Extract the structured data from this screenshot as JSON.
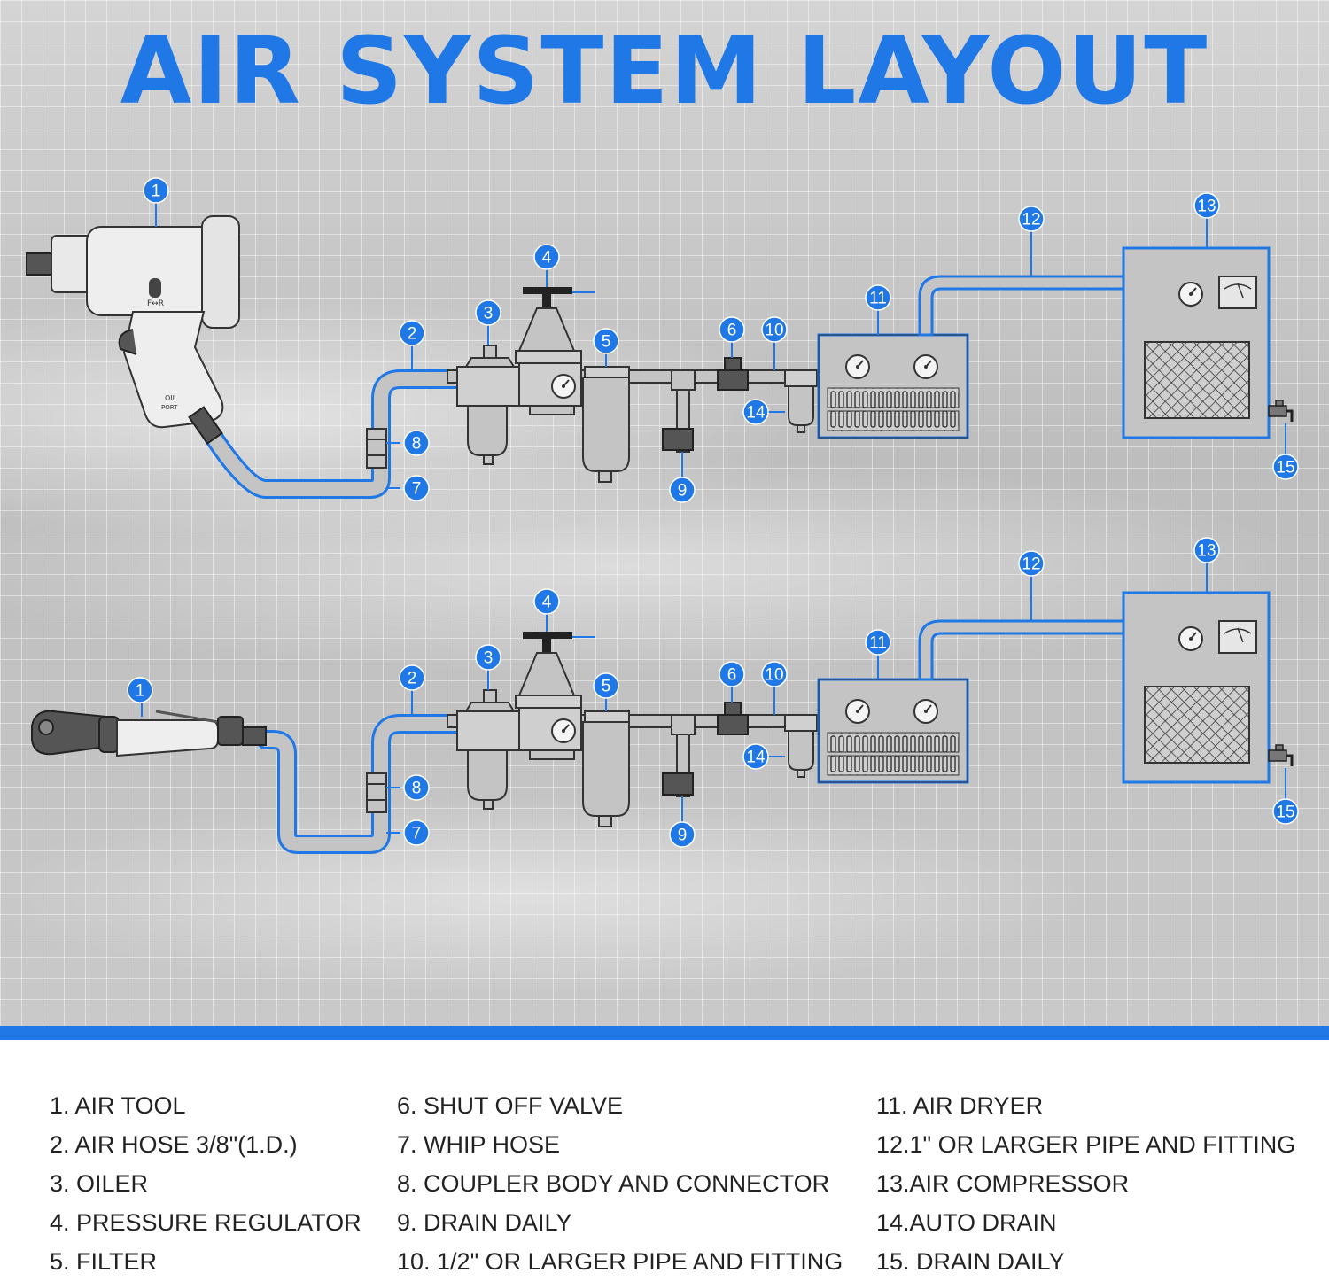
{
  "title": "AIR SYSTEM LAYOUT",
  "colors": {
    "accent": "#1f78e6",
    "component_fill": "#c4c4c4",
    "component_stroke": "#3a3a3a",
    "tool_fill": "#e9e9e9"
  },
  "diagram": {
    "top_callouts": [
      "1",
      "2",
      "3",
      "4",
      "5",
      "6",
      "7",
      "8",
      "9",
      "10",
      "11",
      "12",
      "13",
      "14",
      "15"
    ],
    "bottom_callouts": [
      "1",
      "2",
      "3",
      "4",
      "5",
      "6",
      "7",
      "8",
      "9",
      "10",
      "11",
      "12",
      "13",
      "14",
      "15"
    ],
    "tool_labels": {
      "forward_reverse": "F↔R",
      "oil_port": "OIL",
      "port": "PORT"
    }
  },
  "legend": {
    "col1": [
      "1. AIR TOOL",
      "2. AIR HOSE 3/8\"(1.D.)",
      "3. OILER",
      "4. PRESSURE REGULATOR",
      "5. FILTER"
    ],
    "col2": [
      "6. SHUT OFF VALVE",
      "7. WHIP HOSE",
      "8. COUPLER BODY AND CONNECTOR",
      "9. DRAIN DAILY",
      "10. 1/2\" OR LARGER PIPE AND FITTING"
    ],
    "col3": [
      "11. AIR DRYER",
      "12.1\" OR LARGER PIPE AND FITTING",
      "13.AIR COMPRESSOR",
      "14.AUTO DRAIN",
      "15. DRAIN DAILY"
    ]
  }
}
